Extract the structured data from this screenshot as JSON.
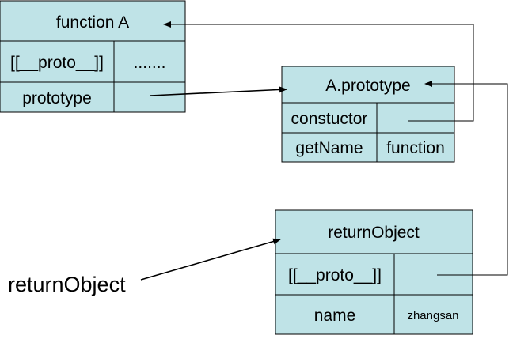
{
  "function_a": {
    "title": "function A",
    "proto_label": "[[__proto__]]",
    "proto_value": ".......",
    "prototype_label": "prototype",
    "prototype_value": ""
  },
  "a_prototype": {
    "title": "A.prototype",
    "constructor_label": "constuctor",
    "constructor_value": "",
    "getname_label": "getName",
    "getname_value": "function"
  },
  "return_object": {
    "title": "returnObject",
    "proto_label": "[[__proto__]]",
    "proto_value": "",
    "name_label": "name",
    "name_value": "zhangsan"
  },
  "variable_label": "returnObject",
  "colors": {
    "box_fill": "#bfe3e7",
    "border": "#000000",
    "text": "#000000",
    "background": "#ffffff"
  }
}
